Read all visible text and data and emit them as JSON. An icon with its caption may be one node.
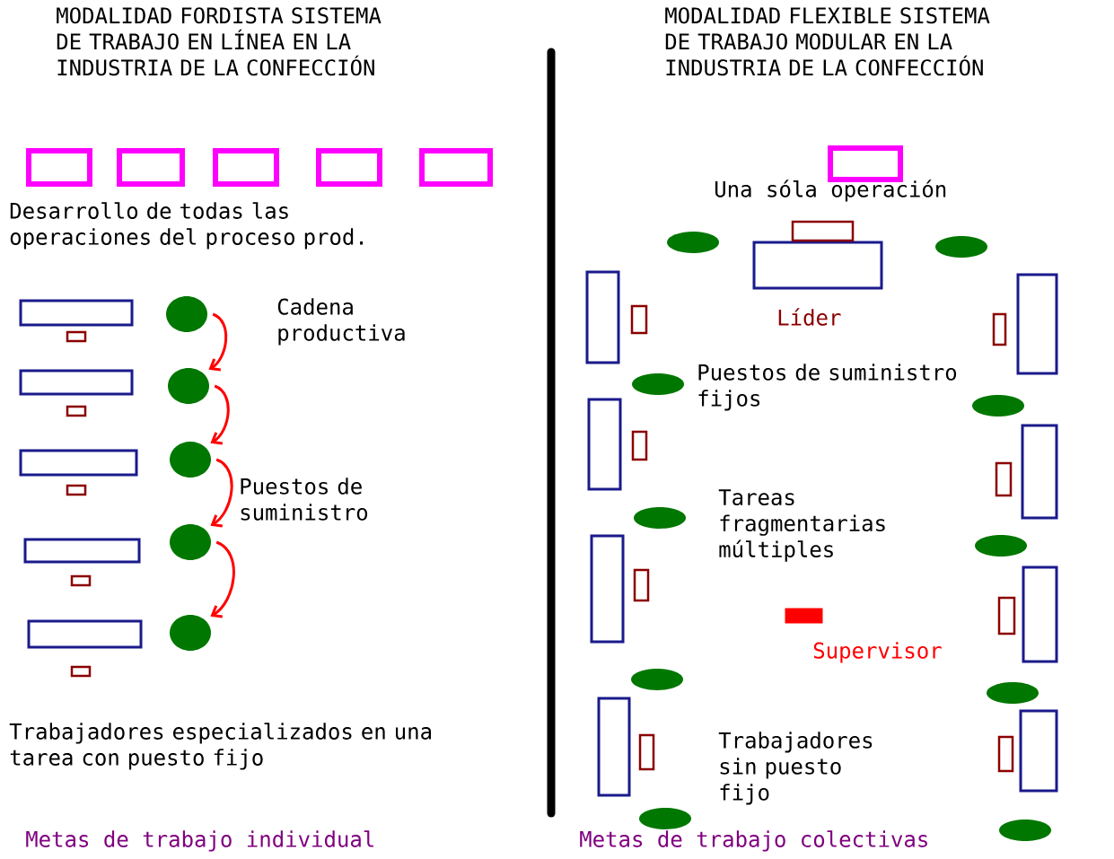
{
  "diagram": {
    "nodes": [
      {
        "text": [],
        "shape": "circle"
      },
      {
        "text": [],
        "shape": "circle"
      },
      {
        "text": [],
        "shape": "circle"
      },
      {
        "text": [],
        "shape": "circle"
      },
      {
        "text": [],
        "shape": "circle"
      }
    ],
    "edges": [
      {
        "from": 0,
        "to": 1,
        "arrow": "to"
      },
      {
        "from": 1,
        "to": 2,
        "arrow": "to"
      },
      {
        "from": 2,
        "to": 3,
        "arrow": "to"
      },
      {
        "from": 3,
        "to": 4,
        "arrow": "to"
      }
    ],
    "labels": [
      "MODALIDAD FORDISTA SISTEMA DE TRABAJO EN LÍNEA EN LA INDUSTRIA DE LA CONFECCIÓN",
      "Desarrollo de todas las operaciones del proceso prod.",
      "Cadena productiva",
      "Puestos de suministro",
      "Trabajadores especializados en una tarea con puesto fijo",
      "Metas de trabajo individual",
      "MODALIDAD FLEXIBLE SISTEMA DE TRABAJO MODULAR EN LA INDUSTRIA DE LA CONFECCIÓN",
      "Una sóla operación",
      "Líder",
      "Puestos de suministro fijos",
      "Tareas fragmentarias múltiples",
      "Supervisor",
      "Trabajadores sin puesto fijo",
      "Metas de trabajo colectivas"
    ]
  }
}
